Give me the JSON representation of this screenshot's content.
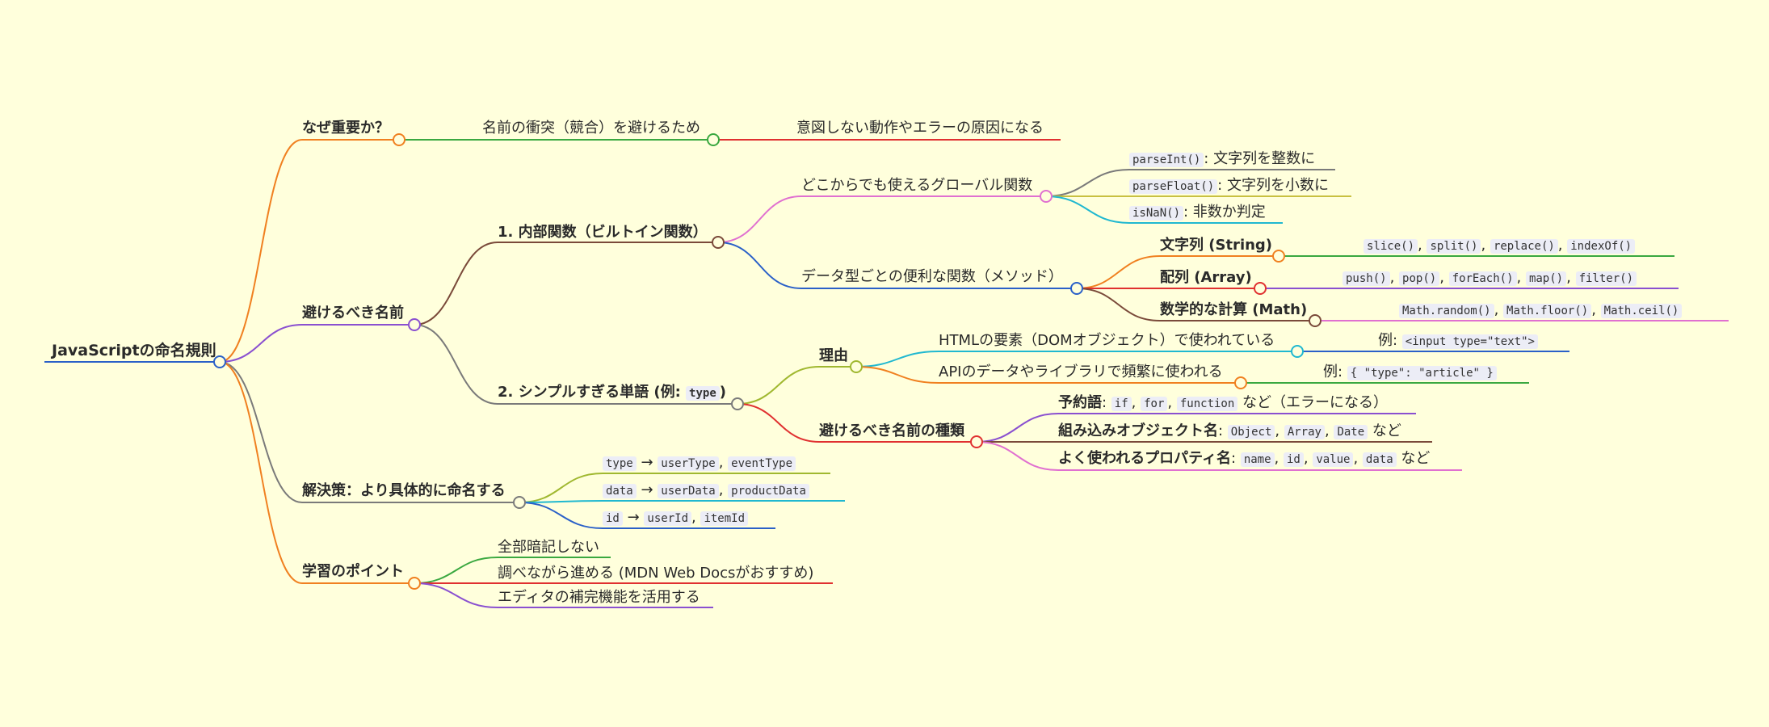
{
  "colors": {
    "background": "#ffffdc",
    "orange": "#f08020",
    "green": "#3aa840",
    "red": "#e03030",
    "purple": "#8a50d0",
    "brown": "#7a4a3a",
    "gray": "#7a7a7a",
    "pink": "#e070d0",
    "blue": "#2a60c8",
    "olive": "#a0b830",
    "cyan": "#20b8d0",
    "yellowgreen": "#c8c040",
    "darkblue": "#2a3a8a"
  },
  "nodes": {
    "root": {
      "label": "JavaScriptの命名規則"
    },
    "why": {
      "label": "なぜ重要か？",
      "collision": "名前の衝突（競合）を避けるため",
      "cause": "意図しない動作やエラーの原因になる"
    },
    "avoid": {
      "label": "避けるべき名前",
      "builtin": {
        "label": "1. 内部関数（ビルトイン関数）",
        "global": {
          "label": "どこからでも使えるグローバル関数",
          "items": [
            {
              "code": "parseInt()",
              "desc": ": 文字列を整数に"
            },
            {
              "code": "parseFloat()",
              "desc": ": 文字列を小数に"
            },
            {
              "code": "isNaN()",
              "desc": ": 非数か判定"
            }
          ]
        },
        "methods": {
          "label": "データ型ごとの便利な関数（メソッド）",
          "string": {
            "label": "文字列 (String)",
            "codes": [
              "slice()",
              "split()",
              "replace()",
              "indexOf()"
            ]
          },
          "array": {
            "label": "配列 (Array)",
            "codes": [
              "push()",
              "pop()",
              "forEach()",
              "map()",
              "filter()"
            ]
          },
          "math": {
            "label": "数学的な計算 (Math)",
            "codes": [
              "Math.random()",
              "Math.floor()",
              "Math.ceil()"
            ]
          }
        }
      },
      "simple": {
        "label_prefix": "2. シンプルすぎる単語 (例: ",
        "label_code": "type",
        "label_suffix": ")",
        "reason": {
          "label": "理由",
          "html": {
            "label": "HTMLの要素（DOMオブジェクト）で使われている",
            "example_prefix": "例: ",
            "example_code": "<input type=\"text\">"
          },
          "api": {
            "label": "APIのデータやライブラリで頻繁に使われる",
            "example_prefix": "例: ",
            "example_code": "{ \"type\": \"article\" }"
          }
        },
        "kinds": {
          "label": "避けるべき名前の種類",
          "reserved": {
            "label": "予約語",
            "codes": [
              "if",
              "for",
              "function"
            ],
            "suffix": " など（エラーになる）"
          },
          "builtin_objects": {
            "label": "組み込みオブジェクト名",
            "codes": [
              "Object",
              "Array",
              "Date"
            ],
            "suffix": " など"
          },
          "common_props": {
            "label": "よく使われるプロパティ名",
            "codes": [
              "name",
              "id",
              "value",
              "data"
            ],
            "suffix": " など"
          }
        }
      }
    },
    "solution": {
      "label": "解決策：より具体的に命名する",
      "mappings": [
        {
          "from": "type",
          "to": [
            "userType",
            "eventType"
          ]
        },
        {
          "from": "data",
          "to": [
            "userData",
            "productData"
          ]
        },
        {
          "from": "id",
          "to": [
            "userId",
            "itemId"
          ]
        }
      ]
    },
    "learning": {
      "label": "学習のポイント",
      "items": [
        "全部暗記しない",
        "調べながら進める (MDN Web Docsがおすすめ)",
        "エディタの補完機能を活用する"
      ]
    }
  },
  "symbols": {
    "arrow": "→",
    "comma": ", "
  }
}
